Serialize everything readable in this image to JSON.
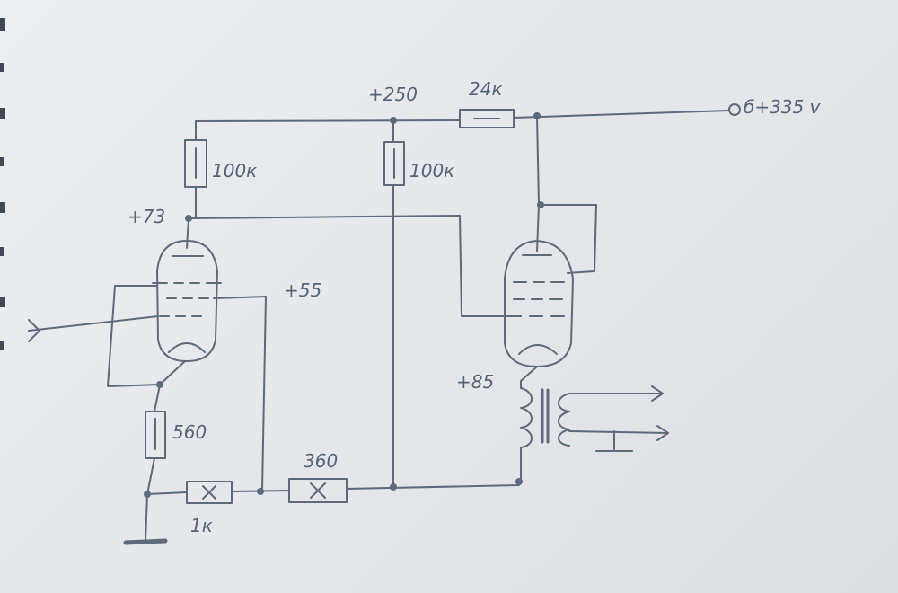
{
  "labels": {
    "supply_node": "+250",
    "series_resistor": "24к",
    "input_voltage": "б+335 v",
    "plate_load_left": "100к",
    "plate_load_right": "100к",
    "plate_voltage_left": "+73",
    "screen_voltage": "+55",
    "cathode_resistor": "560",
    "cathode_divider_1k": "1к",
    "divider_360": "360",
    "cathode_voltage_right": "+85"
  },
  "colors": {
    "ink": "#5d6a7e",
    "paper": "#e8eaed"
  }
}
